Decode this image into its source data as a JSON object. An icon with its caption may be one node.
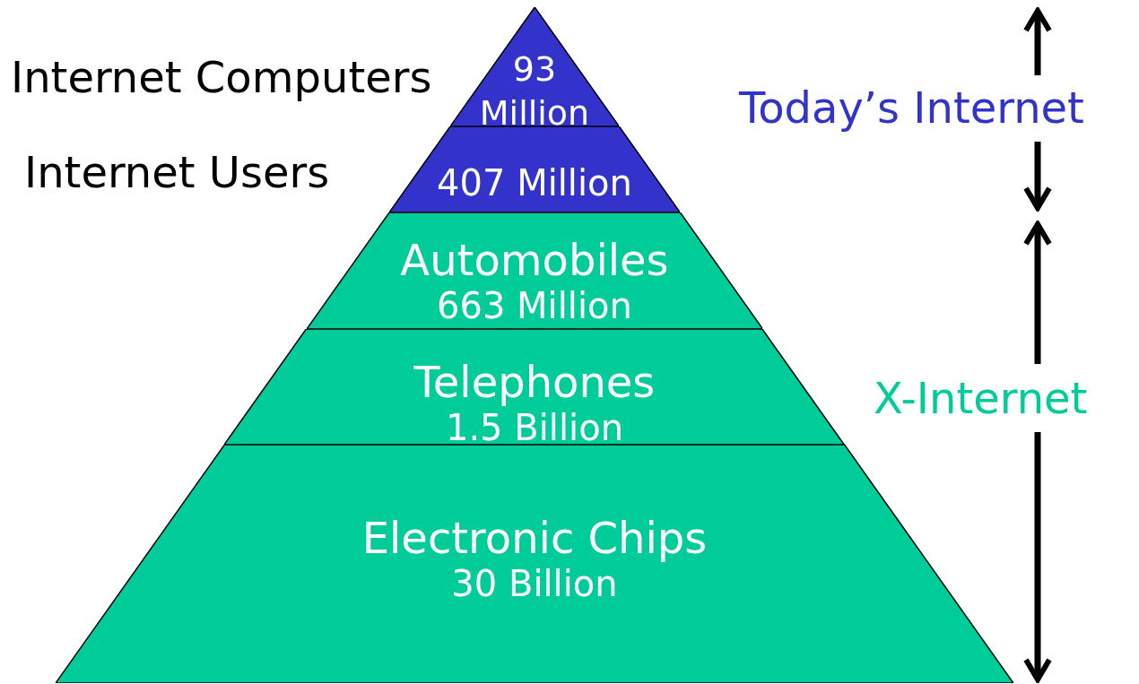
{
  "diagram": {
    "nodes": [
      {
        "text": [
          "93 Million"
        ],
        "beside": [
          "Internet Computers"
        ]
      },
      {
        "text": [
          "407 Million"
        ]
      },
      {
        "text": [
          "Automobiles",
          "663 Million"
        ]
      },
      {
        "text": [
          "Telephones",
          "1.5 Billion"
        ]
      },
      {
        "text": [
          "Electronic Chips",
          "30 Billion"
        ]
      }
    ],
    "labels": [
      "Today’s Internet",
      "Internet Users",
      "X-Internet"
    ]
  }
}
